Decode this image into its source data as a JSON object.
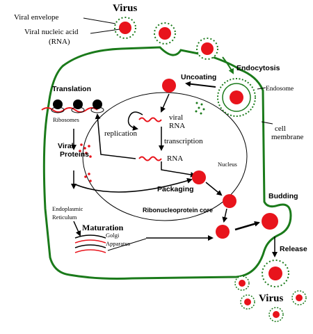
{
  "labels": {
    "virus_top": "Virus",
    "viral_envelope": "Viral envelope",
    "viral_nucleic_acid_1": "Viral nucleic acid",
    "viral_nucleic_acid_2": "(RNA)",
    "endocytosis": "Endocytosis",
    "uncoating": "Uncoating",
    "endosome": "Endosome",
    "cell_membrane_1": "cell",
    "cell_membrane_2": "membrane",
    "translation": "Translation",
    "ribosomes": "Ribosomes",
    "viral_proteins_1": "Viral",
    "viral_proteins_2": "Proteins",
    "replication": "replication",
    "viral_rna_1": "viral",
    "viral_rna_2": "RNA",
    "transcription": "transcription",
    "rna": "RNA",
    "nucleus": "Nucleus",
    "packaging": "Packaging",
    "rnp_core": "Ribonucleoprotein core",
    "er_1": "Endoplasmic",
    "er_2": "Reticulum",
    "maturation": "Maturation",
    "golgi_1": "Golgi",
    "golgi_2": "Apparatus",
    "budding": "Budding",
    "release": "Release",
    "virus_bottom": "Virus"
  },
  "colors": {
    "virus_core": "#e8141c",
    "membrane": "#1a7a1a",
    "arrow": "#000000"
  }
}
